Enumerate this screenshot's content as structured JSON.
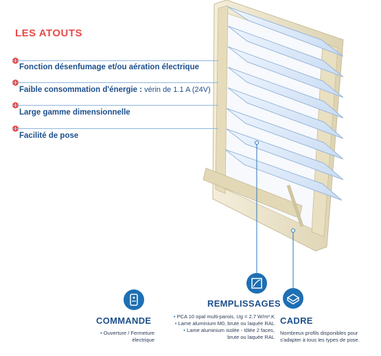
{
  "atouts": {
    "title": "LES ATOUTS",
    "items": [
      {
        "label": "Fonction désenfumage et/ou aération électrique",
        "extra": ""
      },
      {
        "label": "Faible consommation d'énergie :",
        "extra": " vérin de 1.1 A (24V)"
      },
      {
        "label": "Large gamme dimensionnelle",
        "extra": ""
      },
      {
        "label": "Facilité de pose",
        "extra": ""
      }
    ]
  },
  "sections": {
    "commande": {
      "icon": "remote-control-icon",
      "title": "COMMANDE",
      "lines": [
        "Ouverture / Fermeture",
        "électrique"
      ]
    },
    "remplissages": {
      "icon": "panel-fill-icon",
      "title": "REMPLISSAGES",
      "lines": [
        "PCA 10 opal multi-parois, Ug = 2.7 W/m².K",
        "Lame aluminium M0, brute ou laquée RAL",
        "Lame aluminium isolée - tôlée 2 faces,",
        "brute ou laquée RAL"
      ]
    },
    "cadre": {
      "icon": "frame-profile-icon",
      "title": "CADRE",
      "lines": [
        "Nombreux profils disponibles pour",
        "s'adapter à tous les types de pose."
      ]
    }
  },
  "colors": {
    "accent_red": "#e84a4a",
    "primary_blue": "#1d4f8c",
    "icon_blue": "#1e6fb4",
    "frame_beige": "#ede4c8"
  }
}
